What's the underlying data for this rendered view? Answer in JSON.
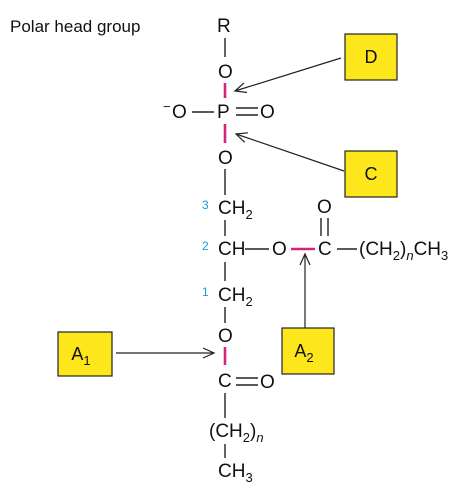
{
  "title": "Polar head group",
  "atoms": {
    "r": "R",
    "o_top": "O",
    "charge": "−",
    "o_left": "O",
    "p": "P",
    "o_double": "O",
    "o_bottom": "O",
    "ch2_c3": "CH",
    "ch2_c3_sub": "2",
    "ch_c2": "CH",
    "o_ester": "O",
    "c_ester": "C",
    "o_carbonyl": "O",
    "chain_open": "(CH",
    "chain_sub2": "2",
    "chain_close": ")",
    "chain_n": "n",
    "chain_ch": "CH",
    "chain_sub3": "3",
    "ch2_c1": "CH",
    "ch2_c1_sub": "2",
    "o_sn1": "O",
    "c_sn1": "C",
    "o_sn1_carbonyl": "O",
    "lower_open": "(CH",
    "lower_sub2": "2",
    "lower_close": ")",
    "lower_n": "n",
    "lower_ch": "CH",
    "lower_sub3": "3"
  },
  "carbon_numbers": {
    "c3": "3",
    "c2": "2",
    "c1": "1"
  },
  "cleavage_sites": {
    "d": {
      "letter": "D",
      "sub": ""
    },
    "c": {
      "letter": "C",
      "sub": ""
    },
    "a1": {
      "letter": "A",
      "sub": "1"
    },
    "a2": {
      "letter": "A",
      "sub": "2"
    }
  },
  "colors": {
    "site_bond": "#d6237d",
    "carbon_number": "#1a9ad6",
    "box_fill": "#fde61c"
  }
}
